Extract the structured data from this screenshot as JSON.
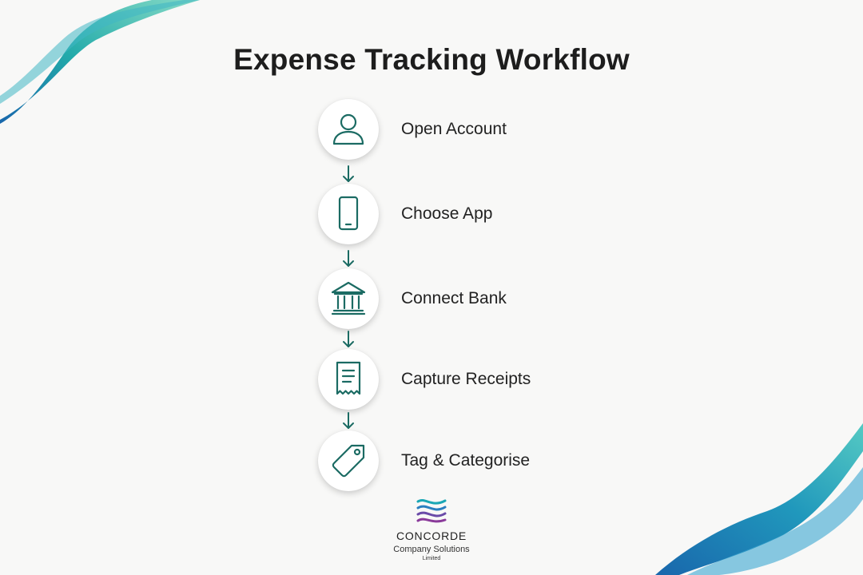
{
  "title": "Expense Tracking Workflow",
  "accent_color": "#1b6b63",
  "steps": [
    {
      "label": "Open Account",
      "icon": "user-icon"
    },
    {
      "label": "Choose App",
      "icon": "smartphone-icon"
    },
    {
      "label": "Connect Bank",
      "icon": "bank-icon"
    },
    {
      "label": "Capture Receipts",
      "icon": "receipt-icon"
    },
    {
      "label": "Tag & Categorise",
      "icon": "tag-icon"
    }
  ],
  "logo": {
    "name": "CONCORDE",
    "subtitle": "Company Solutions",
    "suffix": "Limited"
  }
}
